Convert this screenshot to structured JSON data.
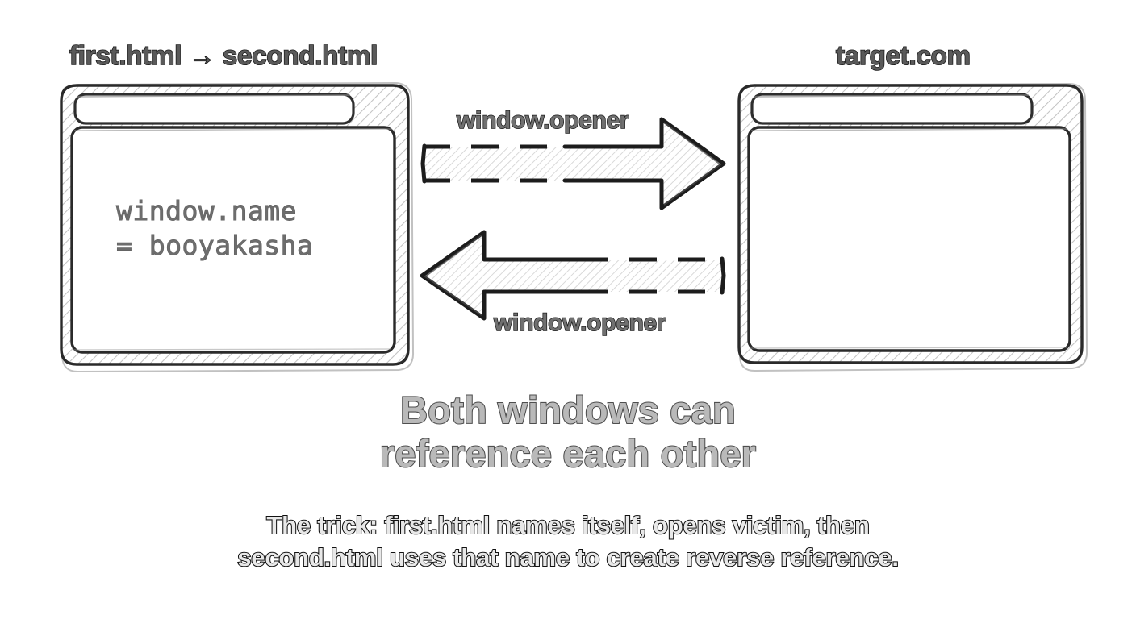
{
  "meta": {
    "title": "window.opener / window.name cross-window reference diagram",
    "background": "#ffffff",
    "ink": "#1b1b1b",
    "hatch": "#c9c9c9"
  },
  "windows": [
    {
      "id": "left",
      "title": "first.html → second.html",
      "address_bar_value": "",
      "content_lines": [
        "window.name",
        "= booyakasha"
      ]
    },
    {
      "id": "right",
      "title": "target.com",
      "address_bar_value": "",
      "content_lines": []
    }
  ],
  "arrows": [
    {
      "id": "top",
      "label": "window.opener",
      "direction": "right",
      "from": "first.html → second.html",
      "to": "target.com"
    },
    {
      "id": "bottom",
      "label": "window.opener",
      "direction": "left",
      "from": "target.com",
      "to": "first.html → second.html"
    }
  ],
  "headline": {
    "line1": "Both windows can",
    "line2": "reference each other"
  },
  "caption": {
    "line1": "The trick: first.html names itself, opens victim, then",
    "line2": "second.html uses that name to create reverse reference."
  }
}
